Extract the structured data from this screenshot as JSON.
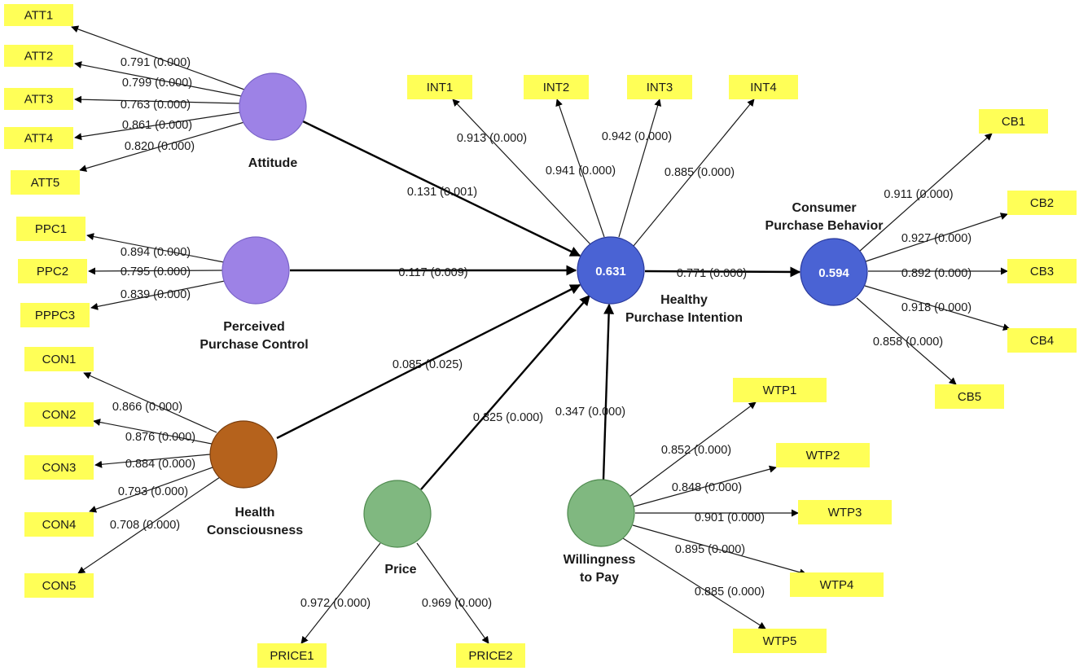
{
  "constructs": {
    "att": {
      "label_lines": [
        "Attitude"
      ],
      "color": "#9d82e6",
      "r2": ""
    },
    "ppc": {
      "label_lines": [
        "Perceived",
        "Purchase Control"
      ],
      "color": "#9d82e6",
      "r2": ""
    },
    "hc": {
      "label_lines": [
        "Health",
        "Consciousness"
      ],
      "color": "#b5621c",
      "r2": ""
    },
    "price": {
      "label_lines": [
        "Price"
      ],
      "color": "#80b880",
      "r2": ""
    },
    "wtp": {
      "label_lines": [
        "Willingness",
        "to Pay"
      ],
      "color": "#80b880",
      "r2": ""
    },
    "hpi": {
      "label_lines": [
        "Healthy",
        "Purchase Intention"
      ],
      "color": "#4a63d4",
      "r2": "0.631"
    },
    "cpb": {
      "label_lines": [
        "Consumer",
        "Purchase Behavior"
      ],
      "color": "#4a63d4",
      "r2": "0.594"
    }
  },
  "indicators": [
    {
      "id": "ATT1",
      "construct": "att",
      "label": "0.791 (0.000)"
    },
    {
      "id": "ATT2",
      "construct": "att",
      "label": "0.799 (0.000)"
    },
    {
      "id": "ATT3",
      "construct": "att",
      "label": "0.763 (0.000)"
    },
    {
      "id": "ATT4",
      "construct": "att",
      "label": "0.861 (0.000)"
    },
    {
      "id": "ATT5",
      "construct": "att",
      "label": "0.820 (0.000)"
    },
    {
      "id": "PPC1",
      "construct": "ppc",
      "label": "0.894 (0.000)"
    },
    {
      "id": "PPC2",
      "construct": "ppc",
      "label": "0.795 (0.000)"
    },
    {
      "id": "PPPC3",
      "construct": "ppc",
      "label": "0.839 (0.000)"
    },
    {
      "id": "CON1",
      "construct": "hc",
      "label": "0.866 (0.000)"
    },
    {
      "id": "CON2",
      "construct": "hc",
      "label": "0.876 (0.000)"
    },
    {
      "id": "CON3",
      "construct": "hc",
      "label": "0.884 (0.000)"
    },
    {
      "id": "CON4",
      "construct": "hc",
      "label": "0.793 (0.000)"
    },
    {
      "id": "CON5",
      "construct": "hc",
      "label": "0.708 (0.000)"
    },
    {
      "id": "PRICE1",
      "construct": "price",
      "label": "0.972 (0.000)"
    },
    {
      "id": "PRICE2",
      "construct": "price",
      "label": "0.969 (0.000)"
    },
    {
      "id": "WTP1",
      "construct": "wtp",
      "label": "0.852 (0.000)"
    },
    {
      "id": "WTP2",
      "construct": "wtp",
      "label": "0.848 (0.000)"
    },
    {
      "id": "WTP3",
      "construct": "wtp",
      "label": "0.901 (0.000)"
    },
    {
      "id": "WTP4",
      "construct": "wtp",
      "label": "0.895 (0.000)"
    },
    {
      "id": "WTP5",
      "construct": "wtp",
      "label": "0.885 (0.000)"
    },
    {
      "id": "INT1",
      "construct": "hpi",
      "label": "0.913 (0.000)"
    },
    {
      "id": "INT2",
      "construct": "hpi",
      "label": "0.941 (0.000)"
    },
    {
      "id": "INT3",
      "construct": "hpi",
      "label": "0.942 (0.000)"
    },
    {
      "id": "INT4",
      "construct": "hpi",
      "label": "0.885 (0.000)"
    },
    {
      "id": "CB1",
      "construct": "cpb",
      "label": "0.911 (0.000)"
    },
    {
      "id": "CB2",
      "construct": "cpb",
      "label": "0.927 (0.000)"
    },
    {
      "id": "CB3",
      "construct": "cpb",
      "label": "0.892 (0.000)"
    },
    {
      "id": "CB4",
      "construct": "cpb",
      "label": "0.918 (0.000)"
    },
    {
      "id": "CB5",
      "construct": "cpb",
      "label": "0.858 (0.000)"
    }
  ],
  "paths": [
    {
      "from": "att",
      "to": "hpi",
      "label": "0.131 (0.001)"
    },
    {
      "from": "ppc",
      "to": "hpi",
      "label": "0.117 (0.009)"
    },
    {
      "from": "hc",
      "to": "hpi",
      "label": "0.085 (0.025)"
    },
    {
      "from": "price",
      "to": "hpi",
      "label": "0.325 (0.000)"
    },
    {
      "from": "wtp",
      "to": "hpi",
      "label": "0.347 (0.000)"
    },
    {
      "from": "hpi",
      "to": "cpb",
      "label": "0.771 (0.000)"
    }
  ],
  "colors": {
    "indicator_fill": "#ffff57",
    "line": "#1a1a1a"
  }
}
